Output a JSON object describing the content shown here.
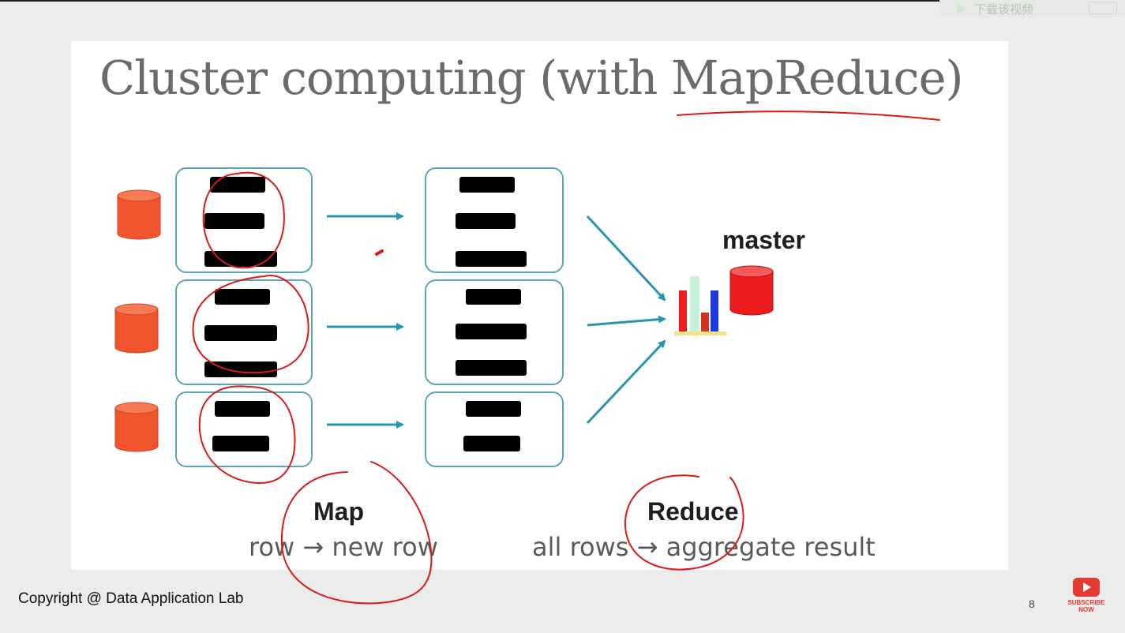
{
  "slide": {
    "title": "Cluster computing (with MapReduce)",
    "master_label": "master",
    "map": {
      "label": "Map",
      "subtitle": "row → new row"
    },
    "reduce": {
      "label": "Reduce",
      "subtitle": "all rows → aggregate result"
    },
    "rows": [
      {
        "input_bars": 3,
        "output_bars": 3
      },
      {
        "input_bars": 3,
        "output_bars": 3
      },
      {
        "input_bars": 2,
        "output_bars": 2
      }
    ],
    "colors": {
      "box_border": "#5aa6b6",
      "arrow": "#2795aa",
      "database": "#f2542d",
      "master_database": "#ee1c1c",
      "annotation": "#d81a1a"
    }
  },
  "footer": {
    "copyright": "Copyright @ Data Application Lab",
    "page_number": "8",
    "subscribe_line1": "SUBSCRIBE",
    "subscribe_line2": "NOW"
  },
  "top_bar": {
    "label": "下载该视频"
  },
  "icons": [
    "database-icon",
    "bar-chart-icon",
    "arrow-icon",
    "youtube-icon"
  ]
}
